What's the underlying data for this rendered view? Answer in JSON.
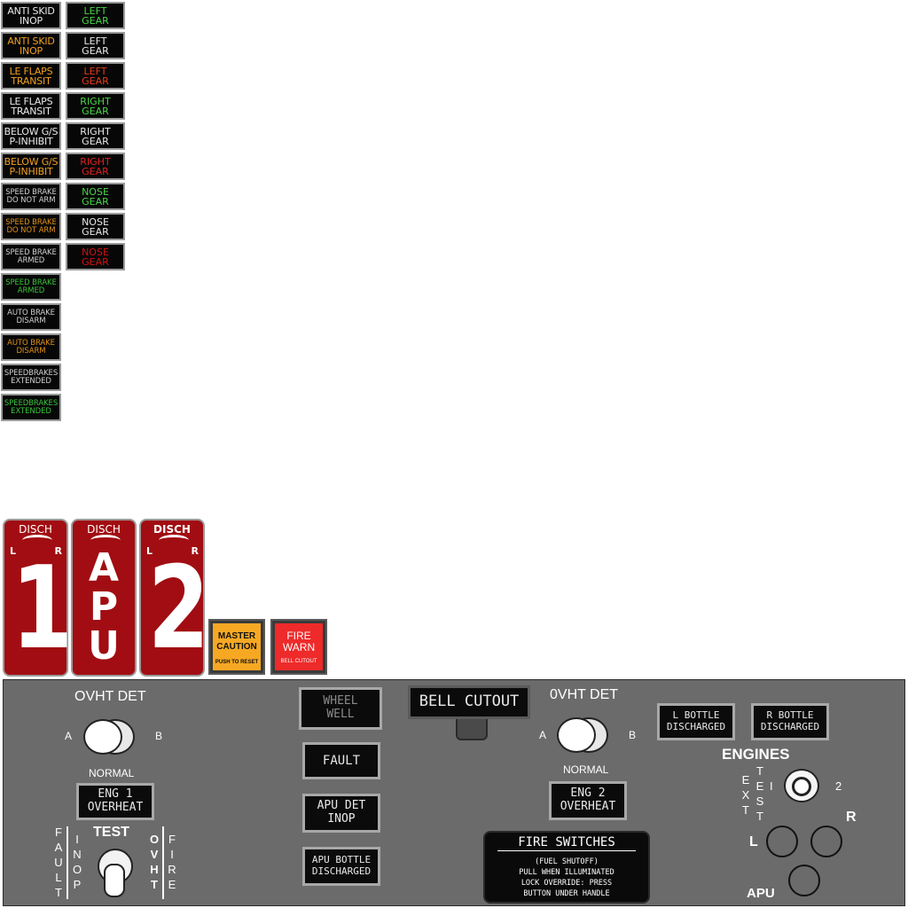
{
  "annunciators": {
    "col1": [
      {
        "text": "ANTI SKID\nINOP",
        "color": "#e8e8e8",
        "size": "normal"
      },
      {
        "text": "ANTI SKID\nINOP",
        "color": "#f0a020",
        "size": "normal"
      },
      {
        "text": "LE FLAPS\nTRANSIT",
        "color": "#f0a020",
        "size": "normal"
      },
      {
        "text": "LE FLAPS\nTRANSIT",
        "color": "#e8e8e8",
        "size": "normal"
      },
      {
        "text": "BELOW G/S\nP-INHIBIT",
        "color": "#e8e8e8",
        "size": "normal"
      },
      {
        "text": "BELOW G/S\nP-INHIBIT",
        "color": "#f0a020",
        "size": "normal"
      },
      {
        "text": "SPEED BRAKE\nDO NOT ARM",
        "color": "#cfcfcf",
        "size": "small"
      },
      {
        "text": "SPEED BRAKE\nDO NOT ARM",
        "color": "#e09018",
        "size": "small"
      },
      {
        "text": "SPEED BRAKE\nARMED",
        "color": "#cfcfcf",
        "size": "small"
      },
      {
        "text": "SPEED BRAKE\nARMED",
        "color": "#39c239",
        "size": "small"
      },
      {
        "text": "AUTO BRAKE\nDISARM",
        "color": "#cfcfcf",
        "size": "small"
      },
      {
        "text": "AUTO BRAKE\nDISARM",
        "color": "#e09018",
        "size": "small"
      },
      {
        "text": "SPEEDBRAKES\nEXTENDED",
        "color": "#cfcfcf",
        "size": "small"
      },
      {
        "text": "SPEEDBRAKES\nEXTENDED",
        "color": "#39c239",
        "size": "small"
      }
    ],
    "col2": [
      {
        "text": "LEFT\nGEAR",
        "color": "#49d449"
      },
      {
        "text": "LEFT\nGEAR",
        "color": "#e8e8e8"
      },
      {
        "text": "LEFT\nGEAR",
        "color": "#e83a1a"
      },
      {
        "text": "RIGHT\nGEAR",
        "color": "#49d449"
      },
      {
        "text": "RIGHT\nGEAR",
        "color": "#e8e8e8"
      },
      {
        "text": "RIGHT\nGEAR",
        "color": "#e02020"
      },
      {
        "text": "NOSE\nGEAR",
        "color": "#49d449"
      },
      {
        "text": "NOSE\nGEAR",
        "color": "#e8e8e8"
      },
      {
        "text": "NOSE\nGEAR",
        "color": "#d51010"
      }
    ]
  },
  "fire_handles": [
    {
      "disch": "DISCH",
      "left": "L",
      "right": "R",
      "label": "1"
    },
    {
      "disch": "DISCH",
      "left": "",
      "right": "",
      "label": "APU"
    },
    {
      "disch": "DISCH",
      "left": "L",
      "right": "R",
      "label": "2"
    }
  ],
  "master_caution": {
    "line1": "MASTER",
    "line2": "CAUTION",
    "sub": "PUSH TO RESET",
    "color": "#f7a823"
  },
  "fire_warn": {
    "line1": "FIRE",
    "line2": "WARN",
    "sub": "BELL CUTOUT",
    "color": "#ee2a2a"
  },
  "panel": {
    "left_ovht": {
      "title": "OVHT DET",
      "a": "A",
      "b": "B",
      "normal": "NORMAL"
    },
    "eng1_overheat": "ENG 1\nOVERHEAT",
    "test": {
      "title": "TEST",
      "fault_inop": "F\nA\nU\nL\nT",
      "inop": "I\nN\nO\nP",
      "ovht": "O\nV\nH\nT",
      "fire": "F\nI\nR\nE"
    },
    "wheel_well": "WHEEL\nWELL",
    "fault": "FAULT",
    "apu_det_inop": "APU DET\nINOP",
    "apu_bottle_discharged": "APU BOTTLE\nDISCHARGED",
    "bell_cutout": "BELL CUTOUT",
    "right_ovht": {
      "title": "0VHT DET",
      "a": "A",
      "b": "B",
      "normal": "NORMAL"
    },
    "eng2_overheat": "ENG 2\nOVERHEAT",
    "l_bottle": "L BOTTLE\nDISCHARGED",
    "r_bottle": "R BOTTLE\nDISCHARGED",
    "fire_switches": {
      "title": "FIRE SWITCHES",
      "body": "(FUEL SHUTOFF)\nPULL WHEN ILLUMINATED\nLOCK OVERRIDE: PRESS\nBUTTON UNDER HANDLE"
    },
    "engines": {
      "title": "ENGINES",
      "ext": "E\nX\nT",
      "test": "T\nE\nS\nT",
      "one": "I",
      "two": "2",
      "l": "L",
      "r": "R",
      "apu": "APU"
    }
  }
}
